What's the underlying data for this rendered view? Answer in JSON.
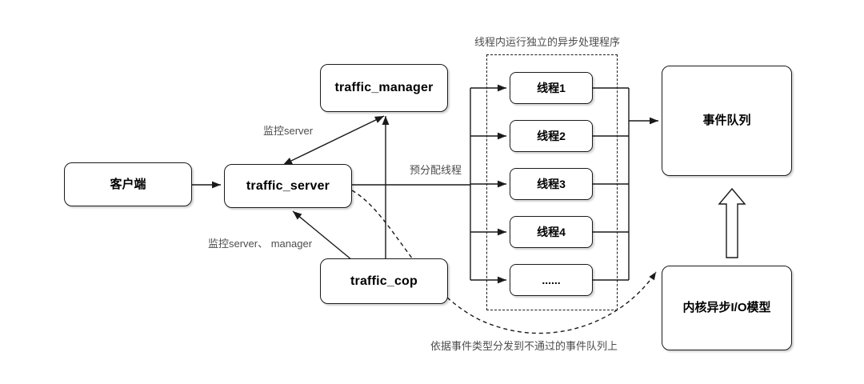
{
  "diagram": {
    "title_caption_top": "线程内运行独立的异步处理程序",
    "caption_bottom": "依据事件类型分发到不通过的事件队列上",
    "nodes": {
      "client": "客户端",
      "traffic_server": "traffic_server",
      "traffic_manager": "traffic_manager",
      "traffic_cop": "traffic_cop",
      "event_queue": "事件队列",
      "kernel_aio": "内核异步I/O模型"
    },
    "threads": [
      {
        "label": "线程1"
      },
      {
        "label": "线程2"
      },
      {
        "label": "线程3"
      },
      {
        "label": "线程4"
      },
      {
        "label": "......"
      }
    ],
    "edge_labels": {
      "monitor_server": "监控server",
      "monitor_server_manager": "监控server、 manager",
      "preallocate_threads": "预分配线程"
    },
    "colors": {
      "stroke": "#1a1a1a",
      "text": "#000000",
      "caption_text": "#4d4d4d",
      "background": "#ffffff",
      "shadow": "rgba(0,0,0,0.18)"
    }
  }
}
